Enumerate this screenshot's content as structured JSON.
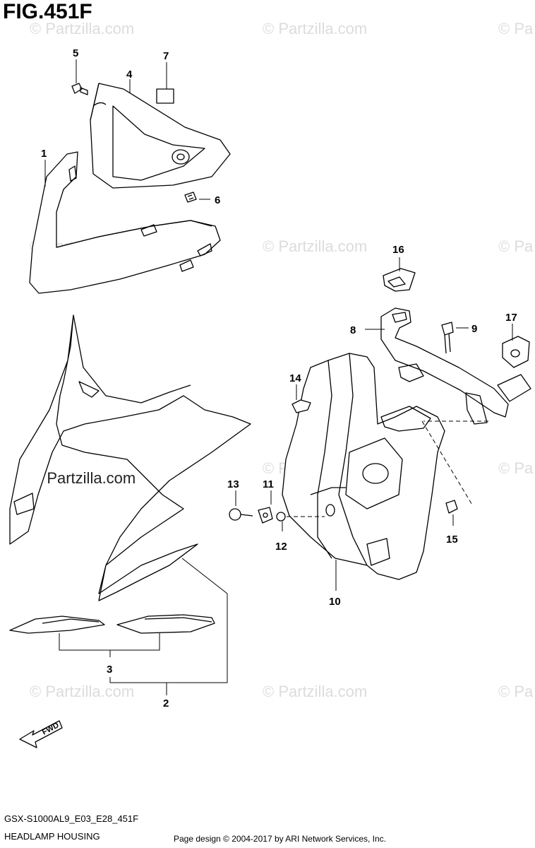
{
  "figure": {
    "title": "FIG.451F",
    "model_code": "GSX-S1000AL9_E03_E28_451F",
    "section_name": "HEADLAMP HOUSING",
    "credit": "Page design © 2004-2017 by ARI Network Services, Inc."
  },
  "watermark": {
    "text": "© Partzilla.com",
    "text_short": "© Pa",
    "text_dark": "© Partzilla.com"
  },
  "direction_arrow": {
    "label": "FWD"
  },
  "callouts": [
    "1",
    "2",
    "3",
    "4",
    "5",
    "6",
    "7",
    "8",
    "9",
    "10",
    "11",
    "12",
    "13",
    "14",
    "15",
    "16",
    "17"
  ]
}
